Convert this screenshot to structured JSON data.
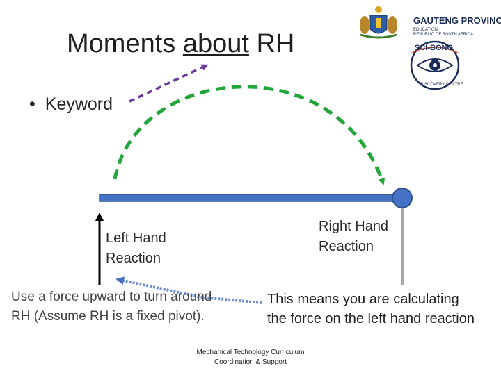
{
  "slide": {
    "title_pre": "Moments ",
    "title_underlined": "about",
    "title_post": " RH",
    "bullet": "Keyword",
    "left_label_line1": "Left Hand",
    "left_label_line2": "Reaction",
    "right_label_line1": "Right Hand",
    "right_label_line2": "Reaction",
    "note_left": "Use a force upward to turn around RH (Assume RH is a fixed pivot).",
    "note_right": "This means you are calculating the force on the left hand reaction",
    "footer_line1": "Mechanical Technology Curriculum",
    "footer_line2": "Coordination & Support"
  },
  "logos": {
    "gauteng_name": "GAUTENG PROVINCE",
    "gauteng_sub1": "EDUCATION",
    "gauteng_sub2": "REPUBLIC OF SOUTH AFRICA",
    "scibono_name": "SCI-BONO",
    "scibono_sub": "DISCOVERY CENTRE"
  },
  "colors": {
    "beam": "#4472c4",
    "beam_outline": "#2f528f",
    "pivot": "#4472c4",
    "green_arrow": "#22a63a",
    "purple_arrow": "#6b3a9e",
    "blue_dotted": "#6f8fd0",
    "rh_arrow": "#a6a6a6",
    "lh_arrow": "#000000"
  },
  "icons": {
    "pivot": "circle",
    "gauteng_logo": "coat-of-arms",
    "scibono_logo": "eye-emblem"
  }
}
